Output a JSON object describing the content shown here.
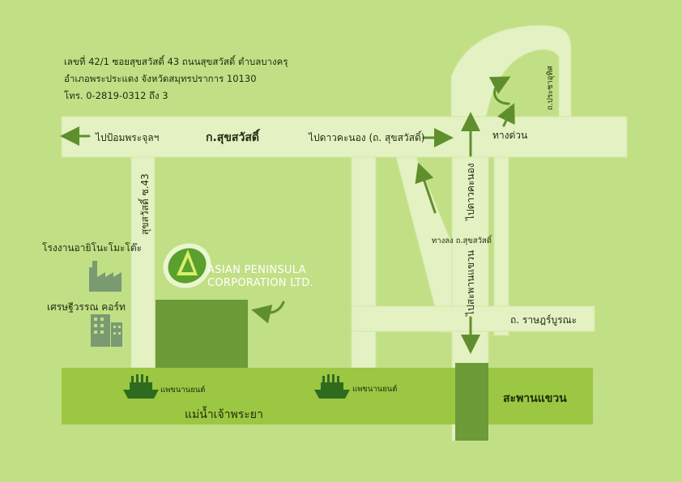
{
  "address": {
    "line1": "เลขที่ 42/1 ซอยสุขสวัสดิ์ 43 ถนนสุขสวัสดิ์ ตำบลบางครุ",
    "line2": "อำเภอพระประแดง จังหวัดสมุทรปราการ 10130",
    "line3": "โทร. 0-2819-0312 ถึง 3"
  },
  "roads": {
    "main_road": "ก.สุขสวัสดิ์",
    "to_pom": "ไปป้อมพระจุลฯ",
    "to_dao": "ไปดาวคะนอง (ถ. สุขสวัสดิ์)",
    "soi": "สุขสวัสดิ์ ซ.43",
    "expressway": "ทางด่วน",
    "pracha_uthit": "ถ.ประชาอุทิศ",
    "to_dao_vertical": "ไปดาวคะนอง",
    "ramp_down": "ทางลง ถ.สุขสวัสดิ์",
    "to_bridge": "ไปสะพานแขวน",
    "rat_burana": "ถ. ราษฎร์บูรณะ"
  },
  "landmarks": {
    "factory": "โรงงานอายิโนะโมะโต๊ะ",
    "condo": "เศรษฐีวรรณ คอร์ท",
    "pier_left": "แพขนานยนต์",
    "pier_right": "แพขนานยนต์",
    "river": "แม่น้ำเจ้าพระยา",
    "bridge": "สะพานแขวน"
  },
  "company": {
    "line1": "ASIAN PENINSULA",
    "line2": "CORPORATION LTD."
  },
  "colors": {
    "background": "#c1df85",
    "road": "#e4f1c2",
    "river": "#9cc742",
    "site": "#6c9b38",
    "bridge": "#6c9b38",
    "arrow": "#5f8f2c",
    "icon": "#7a9a72"
  },
  "icons": {
    "factory": "factory-icon",
    "building": "building-icon",
    "ferry": "ferry-icon",
    "logo": "company-logo"
  }
}
